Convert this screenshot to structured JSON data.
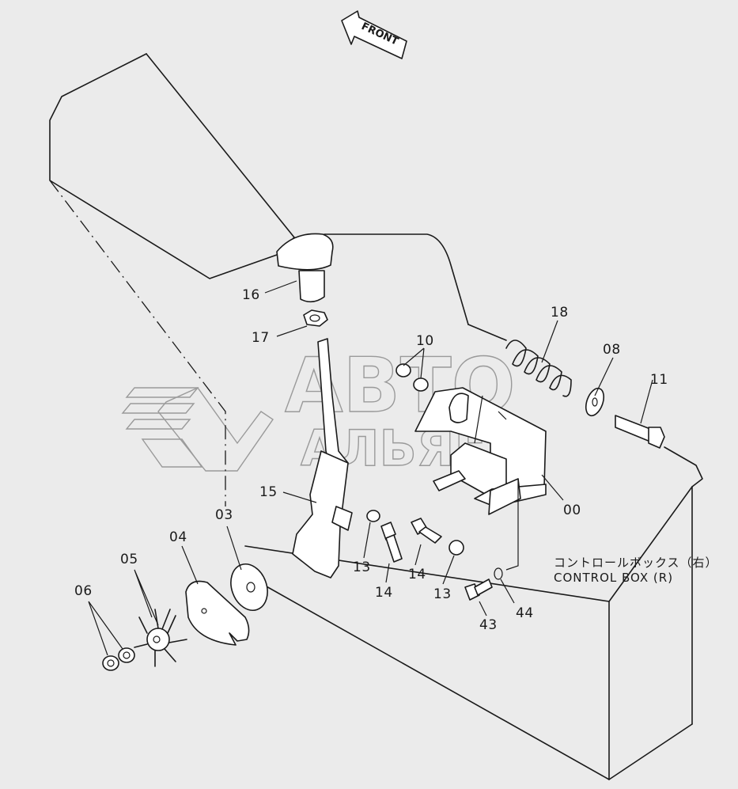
{
  "diagram": {
    "front_label": "FRONT",
    "caption_jp": "コントロールボックス（右）",
    "caption_en": "CONTROL BOX (R)",
    "watermark": {
      "line1": "АВТО",
      "line2": "АЛЬЯНС"
    },
    "callouts": [
      {
        "id": "16",
        "text": "16"
      },
      {
        "id": "17",
        "text": "17"
      },
      {
        "id": "10",
        "text": "10"
      },
      {
        "id": "18",
        "text": "18"
      },
      {
        "id": "08",
        "text": "08"
      },
      {
        "id": "11",
        "text": "11"
      },
      {
        "id": "00",
        "text": "00"
      },
      {
        "id": "15",
        "text": "15"
      },
      {
        "id": "03",
        "text": "03"
      },
      {
        "id": "04",
        "text": "04"
      },
      {
        "id": "05",
        "text": "05"
      },
      {
        "id": "06",
        "text": "06"
      },
      {
        "id": "13a",
        "text": "13"
      },
      {
        "id": "14a",
        "text": "14"
      },
      {
        "id": "14b",
        "text": "14"
      },
      {
        "id": "13b",
        "text": "13"
      },
      {
        "id": "43",
        "text": "43"
      },
      {
        "id": "44",
        "text": "44"
      }
    ]
  }
}
